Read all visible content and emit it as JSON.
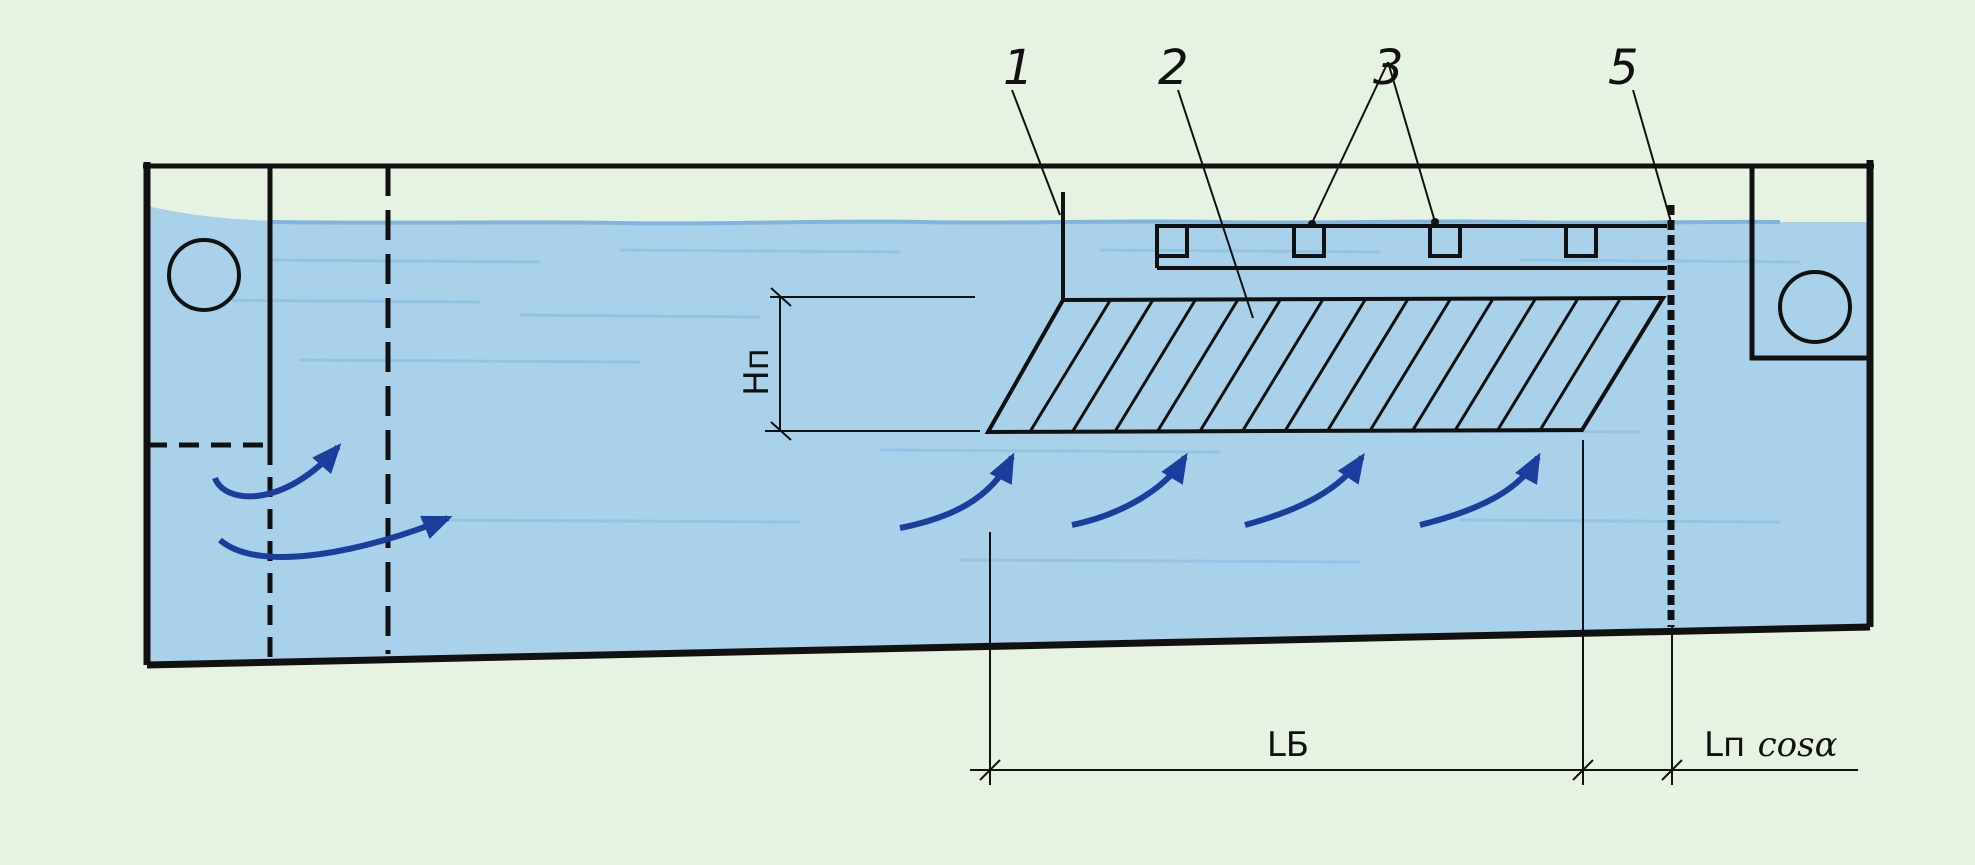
{
  "labels": {
    "callout_1": "1",
    "callout_2": "2",
    "callout_3": "3",
    "callout_5": "5"
  },
  "dimensions": {
    "plate_height": "Нп",
    "block_length": "LБ",
    "plate_projection_prefix": "Lп",
    "plate_projection_suffix": "cosα"
  },
  "colors": {
    "background": "#e6f3e2",
    "water": "#a9d1ea",
    "water_streak": "#7fb4dc",
    "flow_arrow": "#1b3d9c",
    "outline": "#111111"
  }
}
